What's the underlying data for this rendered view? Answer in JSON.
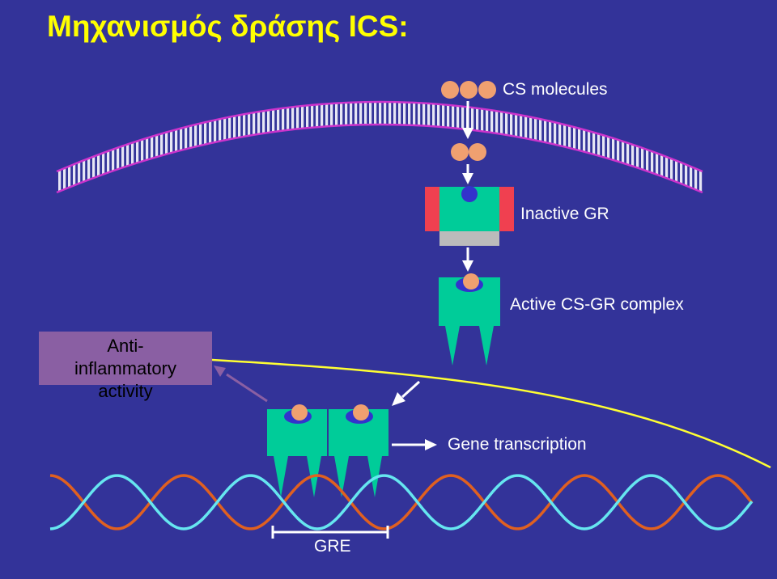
{
  "title": "Μηχανισμός δράσης ICS:",
  "labels": {
    "cs_molecules": "CS molecules",
    "inactive_gr": "Inactive GR",
    "active_complex": "Active CS-GR complex",
    "gene_transcription": "Gene transcription",
    "gre": "GRE",
    "anti_line1": "Anti-",
    "anti_line2": "inflammatory",
    "anti_line3": "activity"
  },
  "colors": {
    "background": "#333399",
    "title": "#FFFF00",
    "label_text": "#FFFFFF",
    "anti_box": "#8A5FA3",
    "anti_text": "#000000",
    "membrane_stripe": "#E6E6F4",
    "membrane_edge": "#CC33CC",
    "molecule": "#F0A070",
    "receptor": "#00CC99",
    "receptor_ligand_pocket": "#3333CC",
    "hsp_side": "#F04050",
    "hsp_bottom": "#BBBBBB",
    "arrow": "#FFFFFF",
    "purple_arrow": "#8A5FA3",
    "yellow_line": "#FFFF33",
    "dna_strand_a": "#E06020",
    "dna_strand_b": "#66E6F0"
  },
  "icons": [
    "cs-molecule",
    "cell-membrane",
    "glucocorticoid-receptor",
    "dna-helix"
  ]
}
